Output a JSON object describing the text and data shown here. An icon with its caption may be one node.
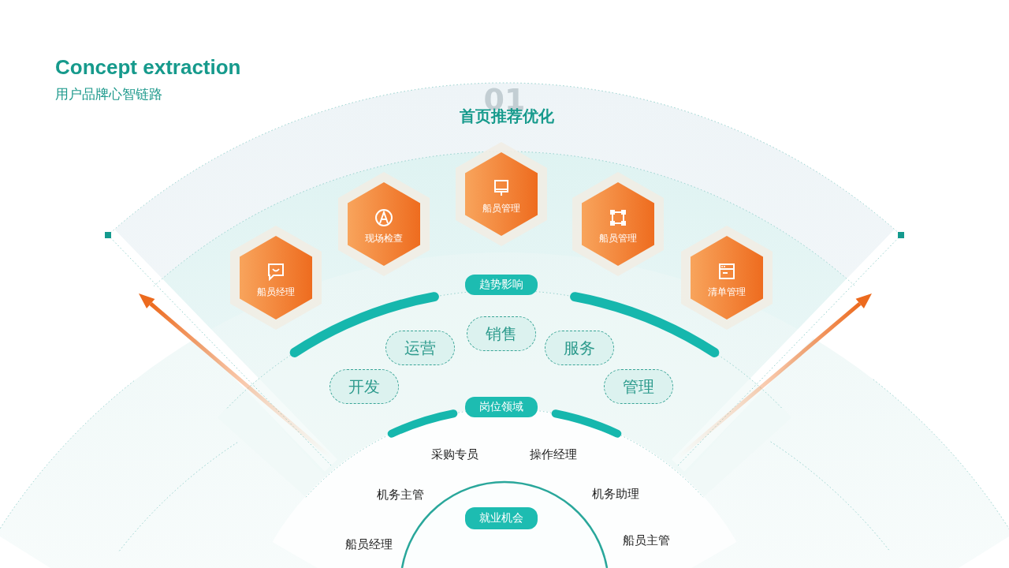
{
  "diagram": {
    "title": "Concept extraction",
    "nodes": [
      {
        "text": [
          "船员经理"
        ]
      },
      {
        "text": [
          "现场检查"
        ]
      },
      {
        "text": [
          "船员管理"
        ]
      },
      {
        "text": [
          "船员管理"
        ]
      },
      {
        "text": [
          "清单管理"
        ]
      },
      {
        "text": [
          "趋势影响"
        ]
      },
      {
        "text": [
          "销售"
        ]
      },
      {
        "text": [
          "运营"
        ]
      },
      {
        "text": [
          "服务"
        ]
      },
      {
        "text": [
          "开发"
        ]
      },
      {
        "text": [
          "管理"
        ]
      },
      {
        "text": [
          "岗位领域"
        ]
      },
      {
        "text": [
          "就业机会"
        ]
      }
    ],
    "labels": [
      "用户品牌心智链路",
      "01",
      "首页推荐优化",
      "采购专员",
      "操作经理",
      "机务主管",
      "机务助理",
      "船员经理",
      "船员主管"
    ]
  }
}
